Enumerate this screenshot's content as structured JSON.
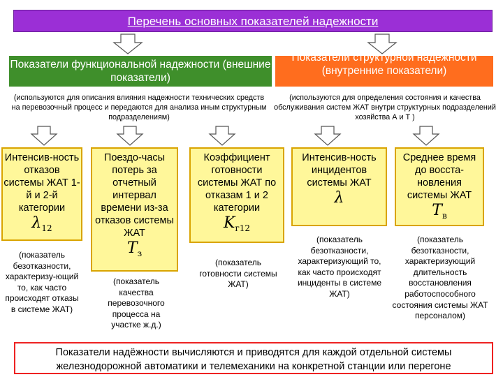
{
  "title": "Перечень основных показателей надежности",
  "functional": {
    "header": "Показатели функциональной надежности (внешние показатели)",
    "note": "(используются для описания влияния надежности технических средств на перевозочный процесс и передаются для анализа иным структурным подразделениям)"
  },
  "structural": {
    "header": "Показатели структурной надежности (внутренние показатели)",
    "note": "(используются для определения состояния и качества обслуживания систем ЖАТ внутри структурных подразделений хозяйства А и Т )"
  },
  "indicators": [
    {
      "label": "Интенсив-ность отказов системы ЖАТ 1-й и 2-й категории",
      "symbol": "λ",
      "subscript": "12",
      "description": "(показатель безотказности, характеризу-ющий то, как часто происходят отказы в системе ЖАТ)"
    },
    {
      "label": "Поездо-часы потерь за отчетный интервал времени из-за отказов системы ЖАТ",
      "symbol": "T",
      "subscript": "з",
      "description": "(показатель качества перевозочного процесса на участке ж.д.)"
    },
    {
      "label": "Коэффициент готовности системы ЖАТ по отказам 1 и 2 категории",
      "symbol": "K",
      "subscript": "г12",
      "description": "(показатель готовности системы ЖАТ)"
    },
    {
      "label": "Интенсив-ность инцидентов системы ЖАТ",
      "symbol": "λ",
      "subscript": "",
      "description": "(показатель безотказности, характеризующий то, как часто происходят инциденты в системе ЖАТ)"
    },
    {
      "label": "Среднее время до восста-новления системы ЖАТ",
      "symbol": "T",
      "subscript": "в",
      "description": "(показатель безотказности, характеризующий длительность восстановления работоспособного состояния системы ЖАТ персоналом)"
    }
  ],
  "footer": "Показатели надёжности вычисляются и приводятся для каждой отдельной системы железнодорожной автоматики и телемеханики на конкретной станции или перегоне",
  "colors": {
    "title": "#9b2fd6",
    "functional": "#3f8f2b",
    "structural": "#ff6d1e",
    "indicator": "#fff79a",
    "indicator_border": "#d9a400",
    "footer_border": "#ee2222"
  }
}
